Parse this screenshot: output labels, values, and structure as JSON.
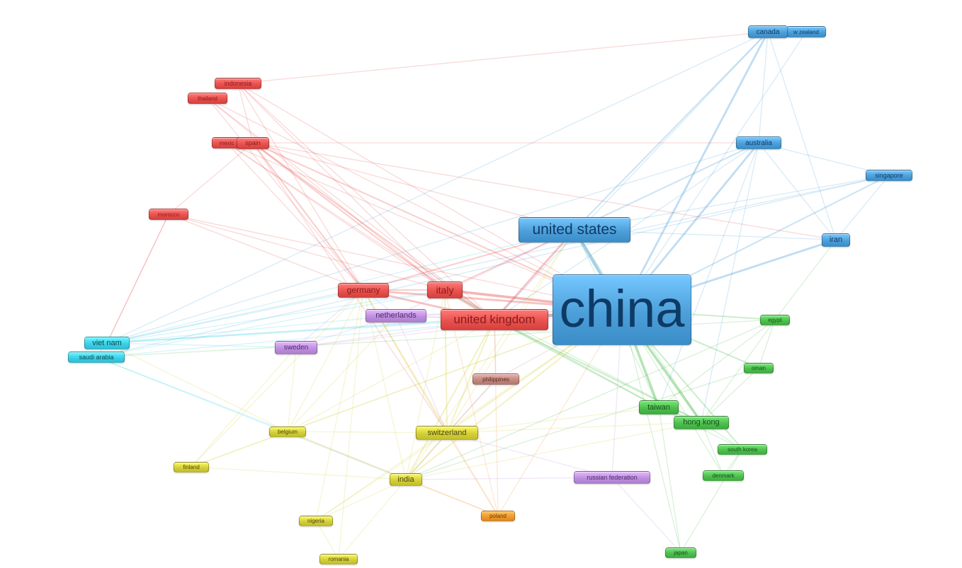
{
  "clusters": {
    "red": {
      "color": "#e8524f",
      "text": "#8a1a18"
    },
    "blue": {
      "color": "#4d9fd9",
      "text": "#0e3b66"
    },
    "green": {
      "color": "#4fbf4f",
      "text": "#14501a"
    },
    "yellow": {
      "color": "#d4d03a",
      "text": "#4a4710"
    },
    "purple": {
      "color": "#bf90e0",
      "text": "#4a2a66"
    },
    "cyan": {
      "color": "#3fd0e8",
      "text": "#0d4a55"
    },
    "brown": {
      "color": "#c48a82",
      "text": "#5a2a24"
    },
    "orange": {
      "color": "#f29a2e",
      "text": "#6a3a08"
    }
  },
  "nodes": [
    {
      "id": "china",
      "label": "china",
      "cluster": "blue",
      "weight": 10
    },
    {
      "id": "united-states",
      "label": "united states",
      "cluster": "blue",
      "weight": 5
    },
    {
      "id": "canada",
      "label": "canada",
      "cluster": "blue",
      "weight": 2
    },
    {
      "id": "new-zealand",
      "label": "w zealand",
      "cluster": "blue",
      "weight": 1
    },
    {
      "id": "australia",
      "label": "australia",
      "cluster": "blue",
      "weight": 2
    },
    {
      "id": "singapore",
      "label": "singapore",
      "cluster": "blue",
      "weight": 1
    },
    {
      "id": "iran",
      "label": "iran",
      "cluster": "blue",
      "weight": 2
    },
    {
      "id": "indonesia",
      "label": "indonesia",
      "cluster": "red",
      "weight": 1
    },
    {
      "id": "thailand",
      "label": "thailand",
      "cluster": "red",
      "weight": 1
    },
    {
      "id": "mexico",
      "label": "mexic",
      "cluster": "red",
      "weight": 1
    },
    {
      "id": "spain",
      "label": "spain",
      "cluster": "red",
      "weight": 1
    },
    {
      "id": "morocco",
      "label": "morocco",
      "cluster": "red",
      "weight": 1
    },
    {
      "id": "germany",
      "label": "germany",
      "cluster": "red",
      "weight": 3
    },
    {
      "id": "italy",
      "label": "italy",
      "cluster": "red",
      "weight": 3
    },
    {
      "id": "united-kingdom",
      "label": "united kingdom",
      "cluster": "red",
      "weight": 4
    },
    {
      "id": "netherlands",
      "label": "netherlands",
      "cluster": "purple",
      "weight": 2
    },
    {
      "id": "sweden",
      "label": "sweden",
      "cluster": "purple",
      "weight": 2
    },
    {
      "id": "russian-federation",
      "label": "russian federation",
      "cluster": "purple",
      "weight": 1
    },
    {
      "id": "viet-nam",
      "label": "viet nam",
      "cluster": "cyan",
      "weight": 2
    },
    {
      "id": "saudi-arabia",
      "label": "saudi arabia",
      "cluster": "cyan",
      "weight": 1
    },
    {
      "id": "philippines",
      "label": "philippines",
      "cluster": "brown",
      "weight": 1
    },
    {
      "id": "egypt",
      "label": "egypt",
      "cluster": "green",
      "weight": 1
    },
    {
      "id": "oman",
      "label": "oman",
      "cluster": "green",
      "weight": 1
    },
    {
      "id": "taiwan",
      "label": "taiwan",
      "cluster": "green",
      "weight": 2
    },
    {
      "id": "hong-kong",
      "label": "hong kong",
      "cluster": "green",
      "weight": 2
    },
    {
      "id": "south-korea",
      "label": "south korea",
      "cluster": "green",
      "weight": 1
    },
    {
      "id": "denmark",
      "label": "denmark",
      "cluster": "green",
      "weight": 1
    },
    {
      "id": "japan",
      "label": "japan",
      "cluster": "green",
      "weight": 1
    },
    {
      "id": "belgium",
      "label": "belgium",
      "cluster": "yellow",
      "weight": 1
    },
    {
      "id": "switzerland",
      "label": "switzerland",
      "cluster": "yellow",
      "weight": 2
    },
    {
      "id": "finland",
      "label": "finland",
      "cluster": "yellow",
      "weight": 1
    },
    {
      "id": "india",
      "label": "india",
      "cluster": "yellow",
      "weight": 2
    },
    {
      "id": "nigeria",
      "label": "nigeria",
      "cluster": "yellow",
      "weight": 1
    },
    {
      "id": "romania",
      "label": "romania",
      "cluster": "yellow",
      "weight": 1
    },
    {
      "id": "poland",
      "label": "poland",
      "cluster": "orange",
      "weight": 1
    }
  ],
  "links": [
    [
      "china",
      "united-states",
      5
    ],
    [
      "china",
      "canada",
      3
    ],
    [
      "china",
      "australia",
      3
    ],
    [
      "china",
      "iran",
      3
    ],
    [
      "china",
      "singapore",
      2
    ],
    [
      "china",
      "new-zealand",
      1
    ],
    [
      "china",
      "united-kingdom",
      5
    ],
    [
      "china",
      "italy",
      4
    ],
    [
      "china",
      "germany",
      3
    ],
    [
      "china",
      "netherlands",
      2
    ],
    [
      "china",
      "taiwan",
      4
    ],
    [
      "china",
      "hong-kong",
      4
    ],
    [
      "china",
      "egypt",
      2
    ],
    [
      "china",
      "oman",
      2
    ],
    [
      "china",
      "south-korea",
      2
    ],
    [
      "china",
      "denmark",
      1
    ],
    [
      "china",
      "japan",
      1
    ],
    [
      "china",
      "switzerland",
      2
    ],
    [
      "china",
      "india",
      2
    ],
    [
      "china",
      "belgium",
      1
    ],
    [
      "china",
      "spain",
      2
    ],
    [
      "china",
      "mexico",
      1
    ],
    [
      "china",
      "indonesia",
      1
    ],
    [
      "china",
      "thailand",
      1
    ],
    [
      "china",
      "viet-nam",
      2
    ],
    [
      "china",
      "saudi-arabia",
      1
    ],
    [
      "china",
      "philippines",
      1
    ],
    [
      "china",
      "russian-federation",
      1
    ],
    [
      "china",
      "sweden",
      1
    ],
    [
      "china",
      "poland",
      1
    ],
    [
      "china",
      "morocco",
      1
    ],
    [
      "china",
      "nigeria",
      1
    ],
    [
      "china",
      "finland",
      1
    ],
    [
      "united-states",
      "germany",
      2
    ],
    [
      "united-states",
      "united-kingdom",
      3
    ],
    [
      "united-states",
      "italy",
      2
    ],
    [
      "united-states",
      "canada",
      2
    ],
    [
      "united-states",
      "australia",
      2
    ],
    [
      "united-states",
      "iran",
      1
    ],
    [
      "united-states",
      "singapore",
      1
    ],
    [
      "united-states",
      "switzerland",
      1
    ],
    [
      "united-states",
      "india",
      1
    ],
    [
      "united-states",
      "netherlands",
      1
    ],
    [
      "united-states",
      "spain",
      1
    ],
    [
      "united-states",
      "viet-nam",
      1
    ],
    [
      "united-states",
      "taiwan",
      1
    ],
    [
      "united-states",
      "hong-kong",
      1
    ],
    [
      "united-kingdom",
      "germany",
      3
    ],
    [
      "united-kingdom",
      "italy",
      3
    ],
    [
      "united-kingdom",
      "spain",
      2
    ],
    [
      "united-kingdom",
      "mexico",
      1
    ],
    [
      "united-kingdom",
      "indonesia",
      1
    ],
    [
      "united-kingdom",
      "thailand",
      1
    ],
    [
      "united-kingdom",
      "switzerland",
      2
    ],
    [
      "united-kingdom",
      "india",
      2
    ],
    [
      "united-kingdom",
      "hong-kong",
      2
    ],
    [
      "united-kingdom",
      "taiwan",
      2
    ],
    [
      "united-kingdom",
      "australia",
      1
    ],
    [
      "united-kingdom",
      "canada",
      1
    ],
    [
      "united-kingdom",
      "netherlands",
      2
    ],
    [
      "united-kingdom",
      "viet-nam",
      1
    ],
    [
      "united-kingdom",
      "belgium",
      1
    ],
    [
      "united-kingdom",
      "poland",
      1
    ],
    [
      "united-kingdom",
      "philippines",
      1
    ],
    [
      "united-kingdom",
      "sweden",
      1
    ],
    [
      "germany",
      "italy",
      2
    ],
    [
      "germany",
      "spain",
      2
    ],
    [
      "germany",
      "mexico",
      1
    ],
    [
      "germany",
      "indonesia",
      1
    ],
    [
      "germany",
      "thailand",
      1
    ],
    [
      "germany",
      "morocco",
      1
    ],
    [
      "germany",
      "switzerland",
      2
    ],
    [
      "germany",
      "india",
      1
    ],
    [
      "germany",
      "belgium",
      1
    ],
    [
      "germany",
      "netherlands",
      1
    ],
    [
      "germany",
      "sweden",
      1
    ],
    [
      "germany",
      "poland",
      1
    ],
    [
      "germany",
      "finland",
      1
    ],
    [
      "germany",
      "nigeria",
      1
    ],
    [
      "germany",
      "romania",
      1
    ],
    [
      "italy",
      "spain",
      2
    ],
    [
      "italy",
      "mexico",
      1
    ],
    [
      "italy",
      "indonesia",
      1
    ],
    [
      "italy",
      "thailand",
      1
    ],
    [
      "italy",
      "switzerland",
      2
    ],
    [
      "italy",
      "india",
      1
    ],
    [
      "italy",
      "morocco",
      1
    ],
    [
      "italy",
      "poland",
      1
    ],
    [
      "italy",
      "hong-kong",
      1
    ],
    [
      "italy",
      "taiwan",
      1
    ],
    [
      "spain",
      "mexico",
      1
    ],
    [
      "spain",
      "morocco",
      1
    ],
    [
      "spain",
      "indonesia",
      1
    ],
    [
      "spain",
      "switzerland",
      1
    ],
    [
      "spain",
      "australia",
      1
    ],
    [
      "spain",
      "iran",
      1
    ],
    [
      "switzerland",
      "india",
      2
    ],
    [
      "switzerland",
      "belgium",
      1
    ],
    [
      "switzerland",
      "hong-kong",
      1
    ],
    [
      "switzerland",
      "taiwan",
      1
    ],
    [
      "switzerland",
      "poland",
      1
    ],
    [
      "switzerland",
      "nigeria",
      1
    ],
    [
      "india",
      "belgium",
      1
    ],
    [
      "india",
      "nigeria",
      1
    ],
    [
      "india",
      "romania",
      1
    ],
    [
      "india",
      "finland",
      1
    ],
    [
      "india",
      "hong-kong",
      1
    ],
    [
      "india",
      "egypt",
      1
    ],
    [
      "india",
      "oman",
      1
    ],
    [
      "australia",
      "iran",
      1
    ],
    [
      "australia",
      "singapore",
      1
    ],
    [
      "australia",
      "canada",
      1
    ],
    [
      "australia",
      "viet-nam",
      1
    ],
    [
      "australia",
      "taiwan",
      1
    ],
    [
      "australia",
      "hong-kong",
      1
    ],
    [
      "canada",
      "iran",
      1
    ],
    [
      "canada",
      "viet-nam",
      1
    ],
    [
      "canada",
      "indonesia",
      1
    ],
    [
      "canada",
      "new-zealand",
      1
    ],
    [
      "singapore",
      "iran",
      1
    ],
    [
      "singapore",
      "viet-nam",
      1
    ],
    [
      "singapore",
      "saudi-arabia",
      1
    ],
    [
      "taiwan",
      "hong-kong",
      2
    ],
    [
      "taiwan",
      "japan",
      1
    ],
    [
      "taiwan",
      "south-korea",
      1
    ],
    [
      "taiwan",
      "egypt",
      1
    ],
    [
      "hong-kong",
      "south-korea",
      1
    ],
    [
      "hong-kong",
      "denmark",
      1
    ],
    [
      "hong-kong",
      "oman",
      1
    ],
    [
      "hong-kong",
      "egypt",
      1
    ],
    [
      "egypt",
      "oman",
      1
    ],
    [
      "egypt",
      "saudi-arabia",
      1
    ],
    [
      "egypt",
      "iran",
      1
    ],
    [
      "viet-nam",
      "saudi-arabia",
      1
    ],
    [
      "viet-nam",
      "netherlands",
      1
    ],
    [
      "viet-nam",
      "sweden",
      1
    ],
    [
      "viet-nam",
      "belgium",
      1
    ],
    [
      "viet-nam",
      "morocco",
      1
    ],
    [
      "viet-nam",
      "italy",
      1
    ],
    [
      "viet-nam",
      "germany",
      1
    ],
    [
      "saudi-arabia",
      "italy",
      1
    ],
    [
      "saudi-arabia",
      "belgium",
      1
    ],
    [
      "saudi-arabia",
      "india",
      1
    ],
    [
      "netherlands",
      "sweden",
      1
    ],
    [
      "netherlands",
      "switzerland",
      1
    ],
    [
      "netherlands",
      "belgium",
      1
    ],
    [
      "sweden",
      "belgium",
      1
    ],
    [
      "sweden",
      "finland",
      1
    ],
    [
      "philippines",
      "india",
      1
    ],
    [
      "philippines",
      "switzerland",
      1
    ],
    [
      "russian-federation",
      "india",
      1
    ],
    [
      "russian-federation",
      "switzerland",
      1
    ],
    [
      "russian-federation",
      "japan",
      1
    ],
    [
      "poland",
      "india",
      1
    ],
    [
      "poland",
      "belgium",
      1
    ],
    [
      "japan",
      "south-korea",
      1
    ],
    [
      "denmark",
      "south-korea",
      1
    ],
    [
      "belgium",
      "finland",
      1
    ],
    [
      "nigeria",
      "romania",
      1
    ],
    [
      "morocco",
      "viet-nam",
      1
    ]
  ]
}
